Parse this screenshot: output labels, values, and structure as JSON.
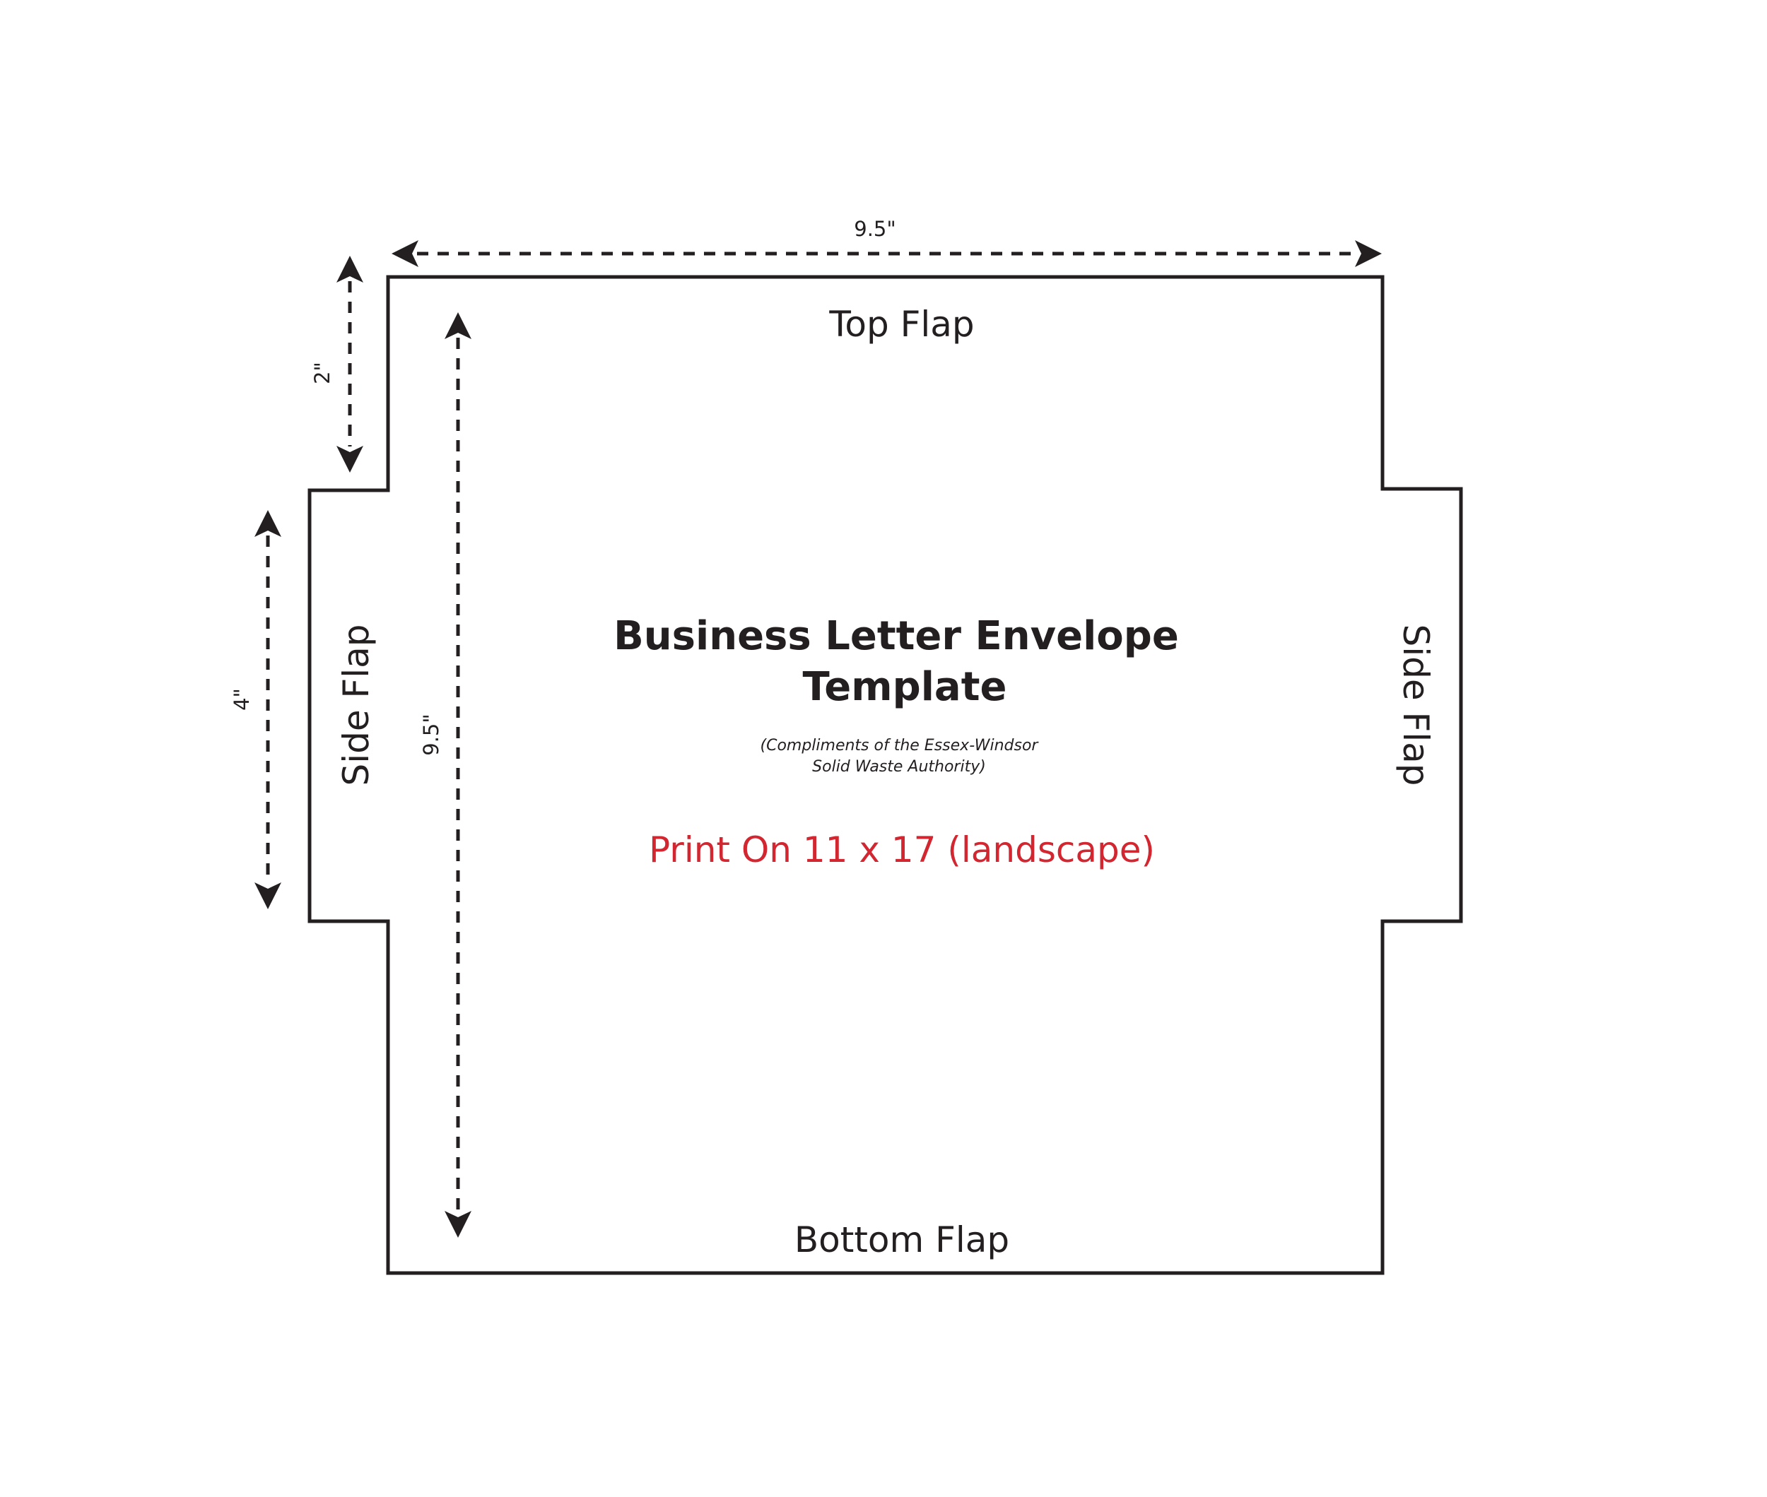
{
  "template": {
    "title_line1": "Business Letter Envelope",
    "title_line2": "Template",
    "credit_line1": "(Compliments of the Essex-Windsor",
    "credit_line2": "Solid Waste Authority)",
    "print_instruction": "Print On 11 x 17 (landscape)"
  },
  "flaps": {
    "top": "Top Flap",
    "bottom": "Bottom Flap",
    "left_side": "Side Flap",
    "right_side": "Side Flap"
  },
  "dimensions": {
    "width_label": "9.5\"",
    "height_label": "9.5\"",
    "top_flap_label": "2\"",
    "side_flap_label": "4\""
  },
  "colors": {
    "line": "#231f20",
    "accent": "#d22630"
  }
}
